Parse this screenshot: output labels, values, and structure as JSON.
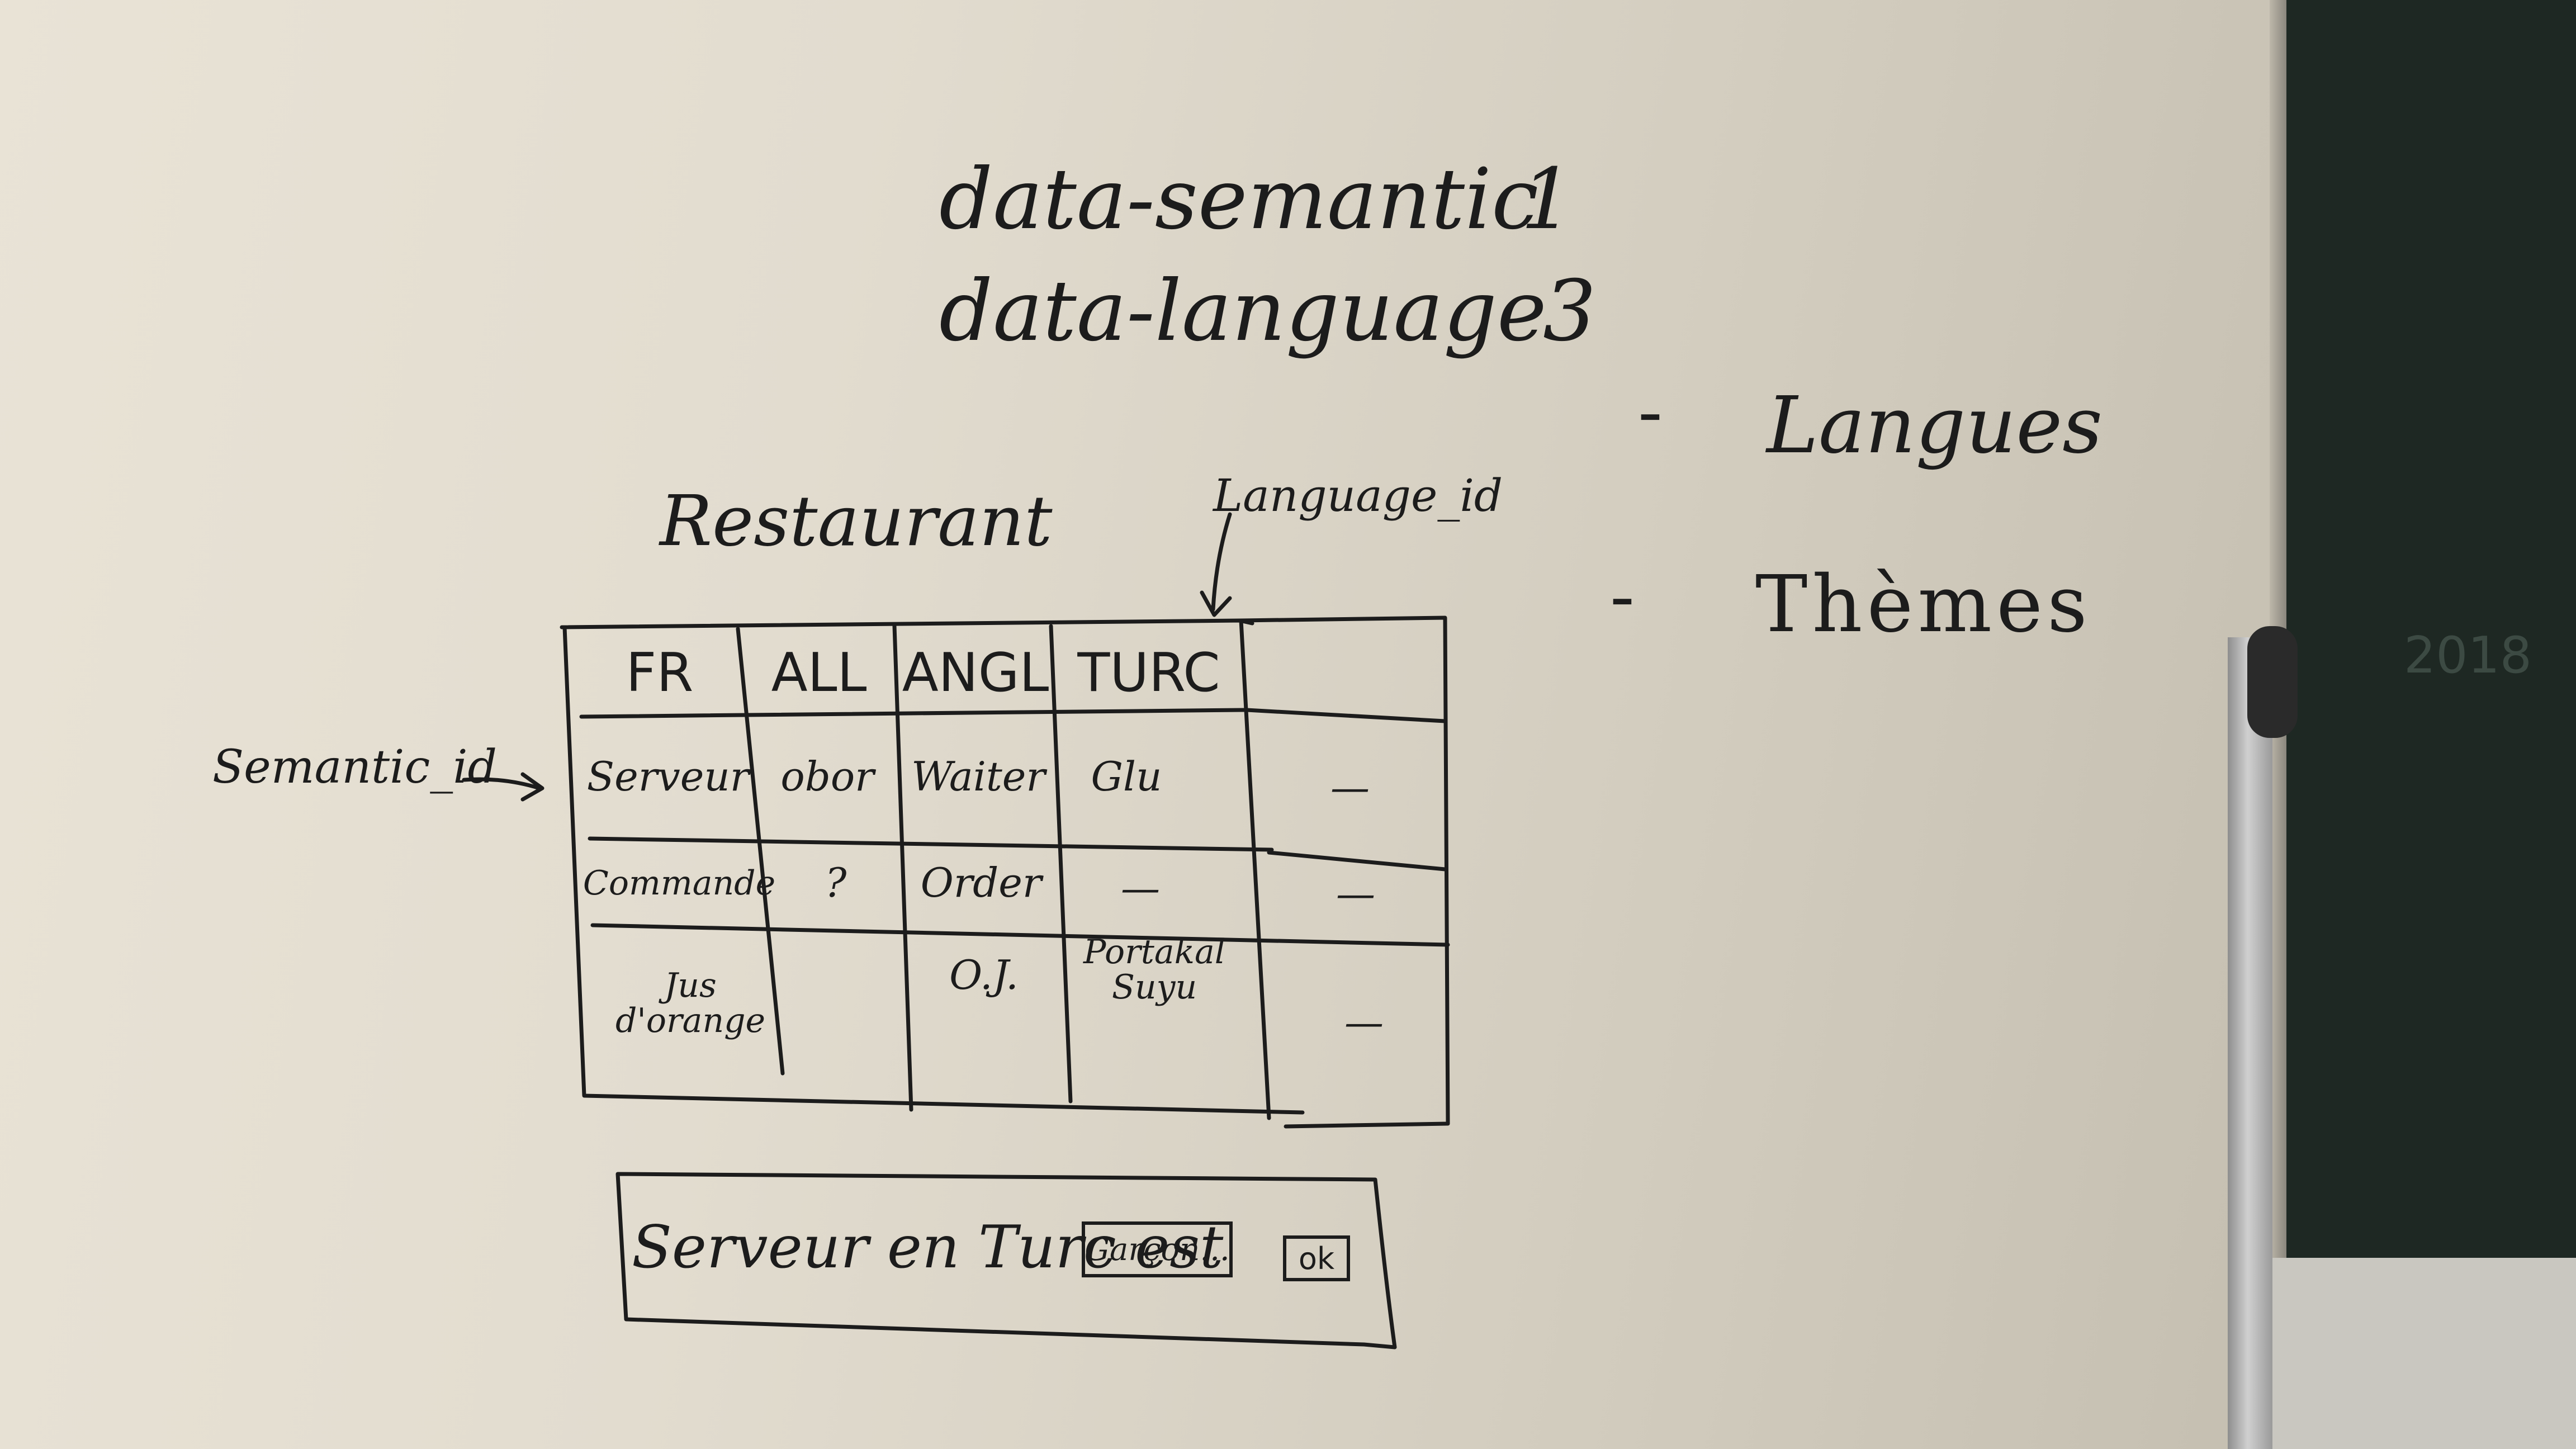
{
  "notes": {
    "semantic_line": "data-semantic",
    "semantic_count": "1",
    "language_line": "data-language",
    "language_count": "3",
    "bullet_dash": "-",
    "langues": "Langues",
    "themes": "Thèmes"
  },
  "annotations": {
    "table_title": "Restaurant",
    "language_id": "Language_id",
    "semantic_id": "Semantic_id"
  },
  "table": {
    "headers": [
      "FR",
      "ALL",
      "ANGL",
      "TURC"
    ],
    "rows": [
      [
        "Serveur",
        "obor",
        "Waiter",
        "Glu",
        "—"
      ],
      [
        "Commande",
        "?",
        "Order",
        "—",
        "—"
      ],
      [
        "Jus d'orange",
        "",
        "O.J.",
        "Portakal Suyu",
        "—"
      ]
    ]
  },
  "form": {
    "prompt": "Serveur en Turc est",
    "field_value": "Garçon...",
    "ok_label": "ok"
  },
  "chalkboard": {
    "year": "2018"
  },
  "colors": {
    "ink": "#1c1c1c",
    "whiteboard": "#e2dccf",
    "chalkboard": "#1e2823"
  }
}
